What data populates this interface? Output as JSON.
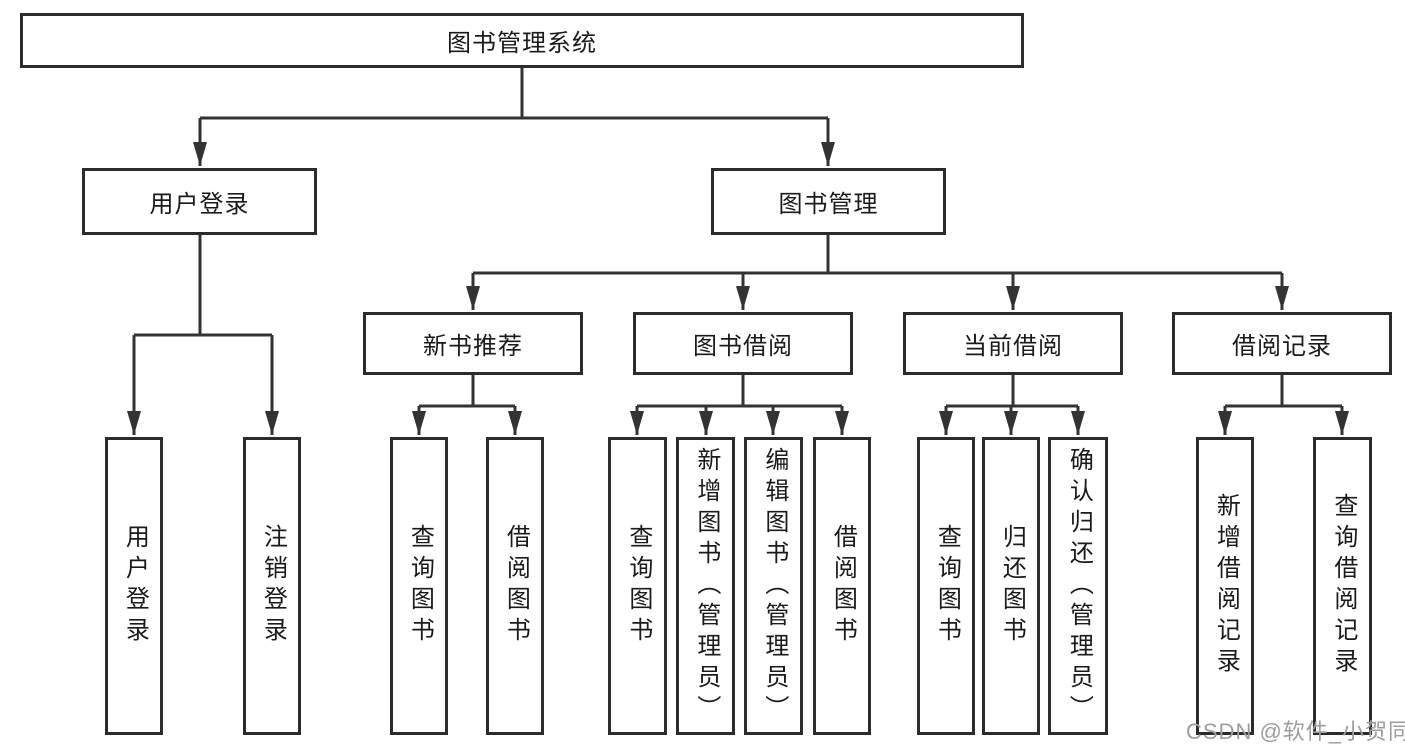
{
  "tree": {
    "root": "图书管理系统",
    "branches": [
      {
        "label": "用户登录",
        "children": [
          "用户登录",
          "注销登录"
        ]
      },
      {
        "label": "图书管理",
        "sections": [
          {
            "label": "新书推荐",
            "children": [
              "查询图书",
              "借阅图书"
            ]
          },
          {
            "label": "图书借阅",
            "children": [
              "查询图书",
              "新增图书（管理员）",
              "编辑图书（管理员）",
              "借阅图书"
            ]
          },
          {
            "label": "当前借阅",
            "children": [
              "查询图书",
              "归还图书",
              "确认归还（管理员）"
            ]
          },
          {
            "label": "借阅记录",
            "children": [
              "新增借阅记录",
              "查询借阅记录"
            ]
          }
        ]
      }
    ]
  },
  "watermark": "CSDN @软件_小贺同学",
  "colors": {
    "background": "#ffffff",
    "border": "#2b2b2b",
    "line": "#333333",
    "text": "#1a1a1a",
    "watermark": "#9d9d9d"
  }
}
